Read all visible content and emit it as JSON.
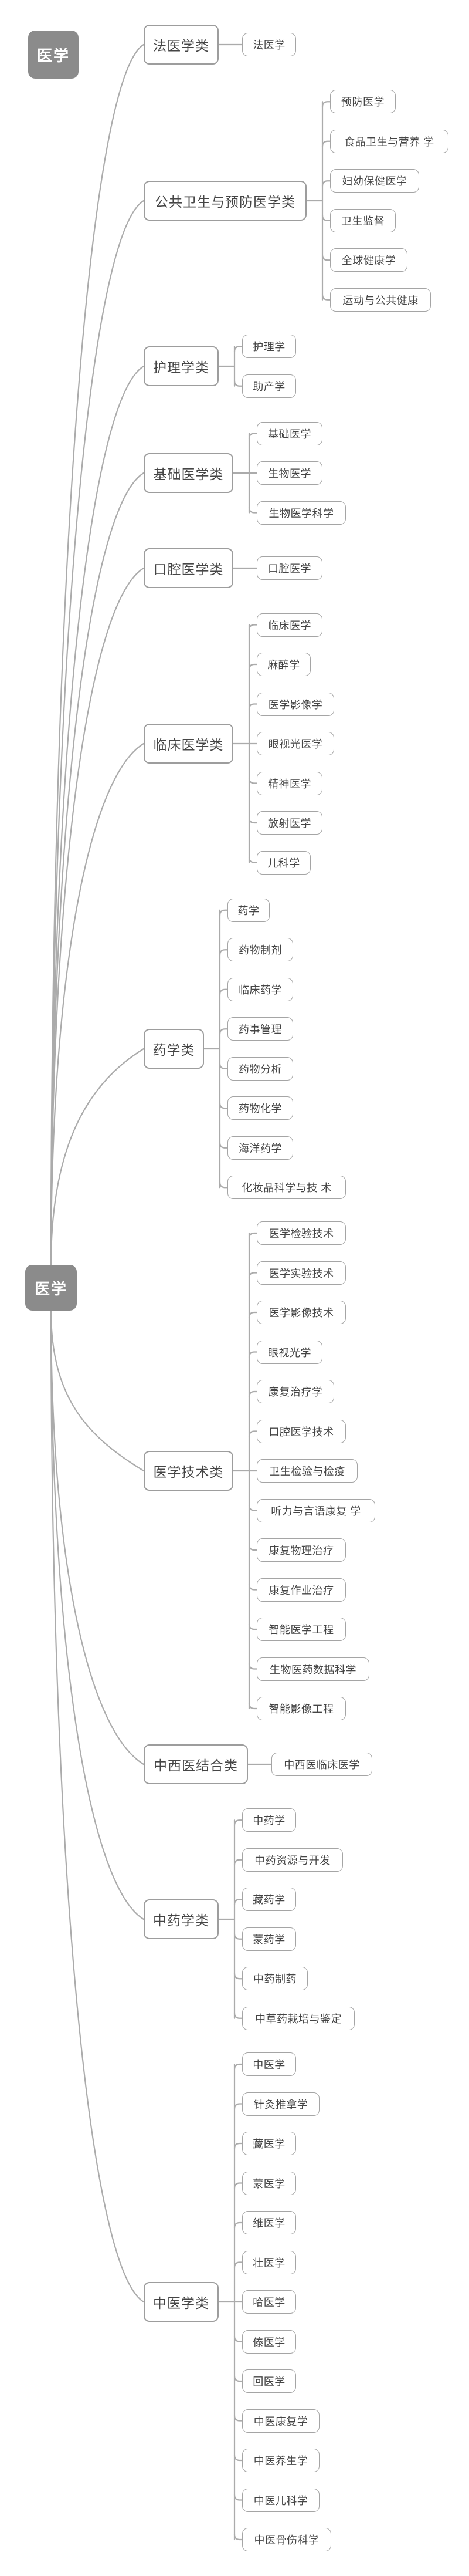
{
  "map_title": "医学",
  "root": {
    "label": "医学"
  },
  "colors": {
    "root_fill": "#8b8b8b",
    "root_text": "#ffffff",
    "node_border": "#9d9d9d",
    "node_text": "#454545",
    "edge": "#ababab"
  },
  "branches": [
    {
      "label": "法医学类",
      "children": [
        "法医学"
      ]
    },
    {
      "label": "公共卫生与预防医学类",
      "children": [
        "预防医学",
        "食品卫生与营养 学",
        "妇幼保健医学",
        "卫生监督",
        "全球健康学",
        "运动与公共健康"
      ]
    },
    {
      "label": "护理学类",
      "children": [
        "护理学",
        "助产学"
      ]
    },
    {
      "label": "基础医学类",
      "children": [
        "基础医学",
        "生物医学",
        "生物医学科学"
      ]
    },
    {
      "label": "口腔医学类",
      "children": [
        "口腔医学"
      ]
    },
    {
      "label": "临床医学类",
      "children": [
        "临床医学",
        "麻醉学",
        "医学影像学",
        "眼视光医学",
        "精神医学",
        "放射医学",
        "儿科学"
      ]
    },
    {
      "label": "药学类",
      "children": [
        "药学",
        "药物制剂",
        "临床药学",
        "药事管理",
        "药物分析",
        "药物化学",
        "海洋药学",
        "化妆品科学与技 术"
      ]
    },
    {
      "label": "医学技术类",
      "children": [
        "医学检验技术",
        "医学实验技术",
        "医学影像技术",
        "眼视光学",
        "康复治疗学",
        "口腔医学技术",
        "卫生检验与检疫",
        "听力与言语康复 学",
        "康复物理治疗",
        "康复作业治疗",
        "智能医学工程",
        "生物医药数据科学",
        "智能影像工程"
      ]
    },
    {
      "label": "中西医结合类",
      "children": [
        "中西医临床医学"
      ]
    },
    {
      "label": "中药学类",
      "children": [
        "中药学",
        "中药资源与开发",
        "藏药学",
        "蒙药学",
        "中药制药",
        "中草药栽培与鉴定"
      ]
    },
    {
      "label": "中医学类",
      "children": [
        "中医学",
        "针灸推拿学",
        "藏医学",
        "蒙医学",
        "维医学",
        "壮医学",
        "哈医学",
        "傣医学",
        "回医学",
        "中医康复学",
        "中医养生学",
        "中医儿科学",
        "中医骨伤科学"
      ]
    }
  ]
}
